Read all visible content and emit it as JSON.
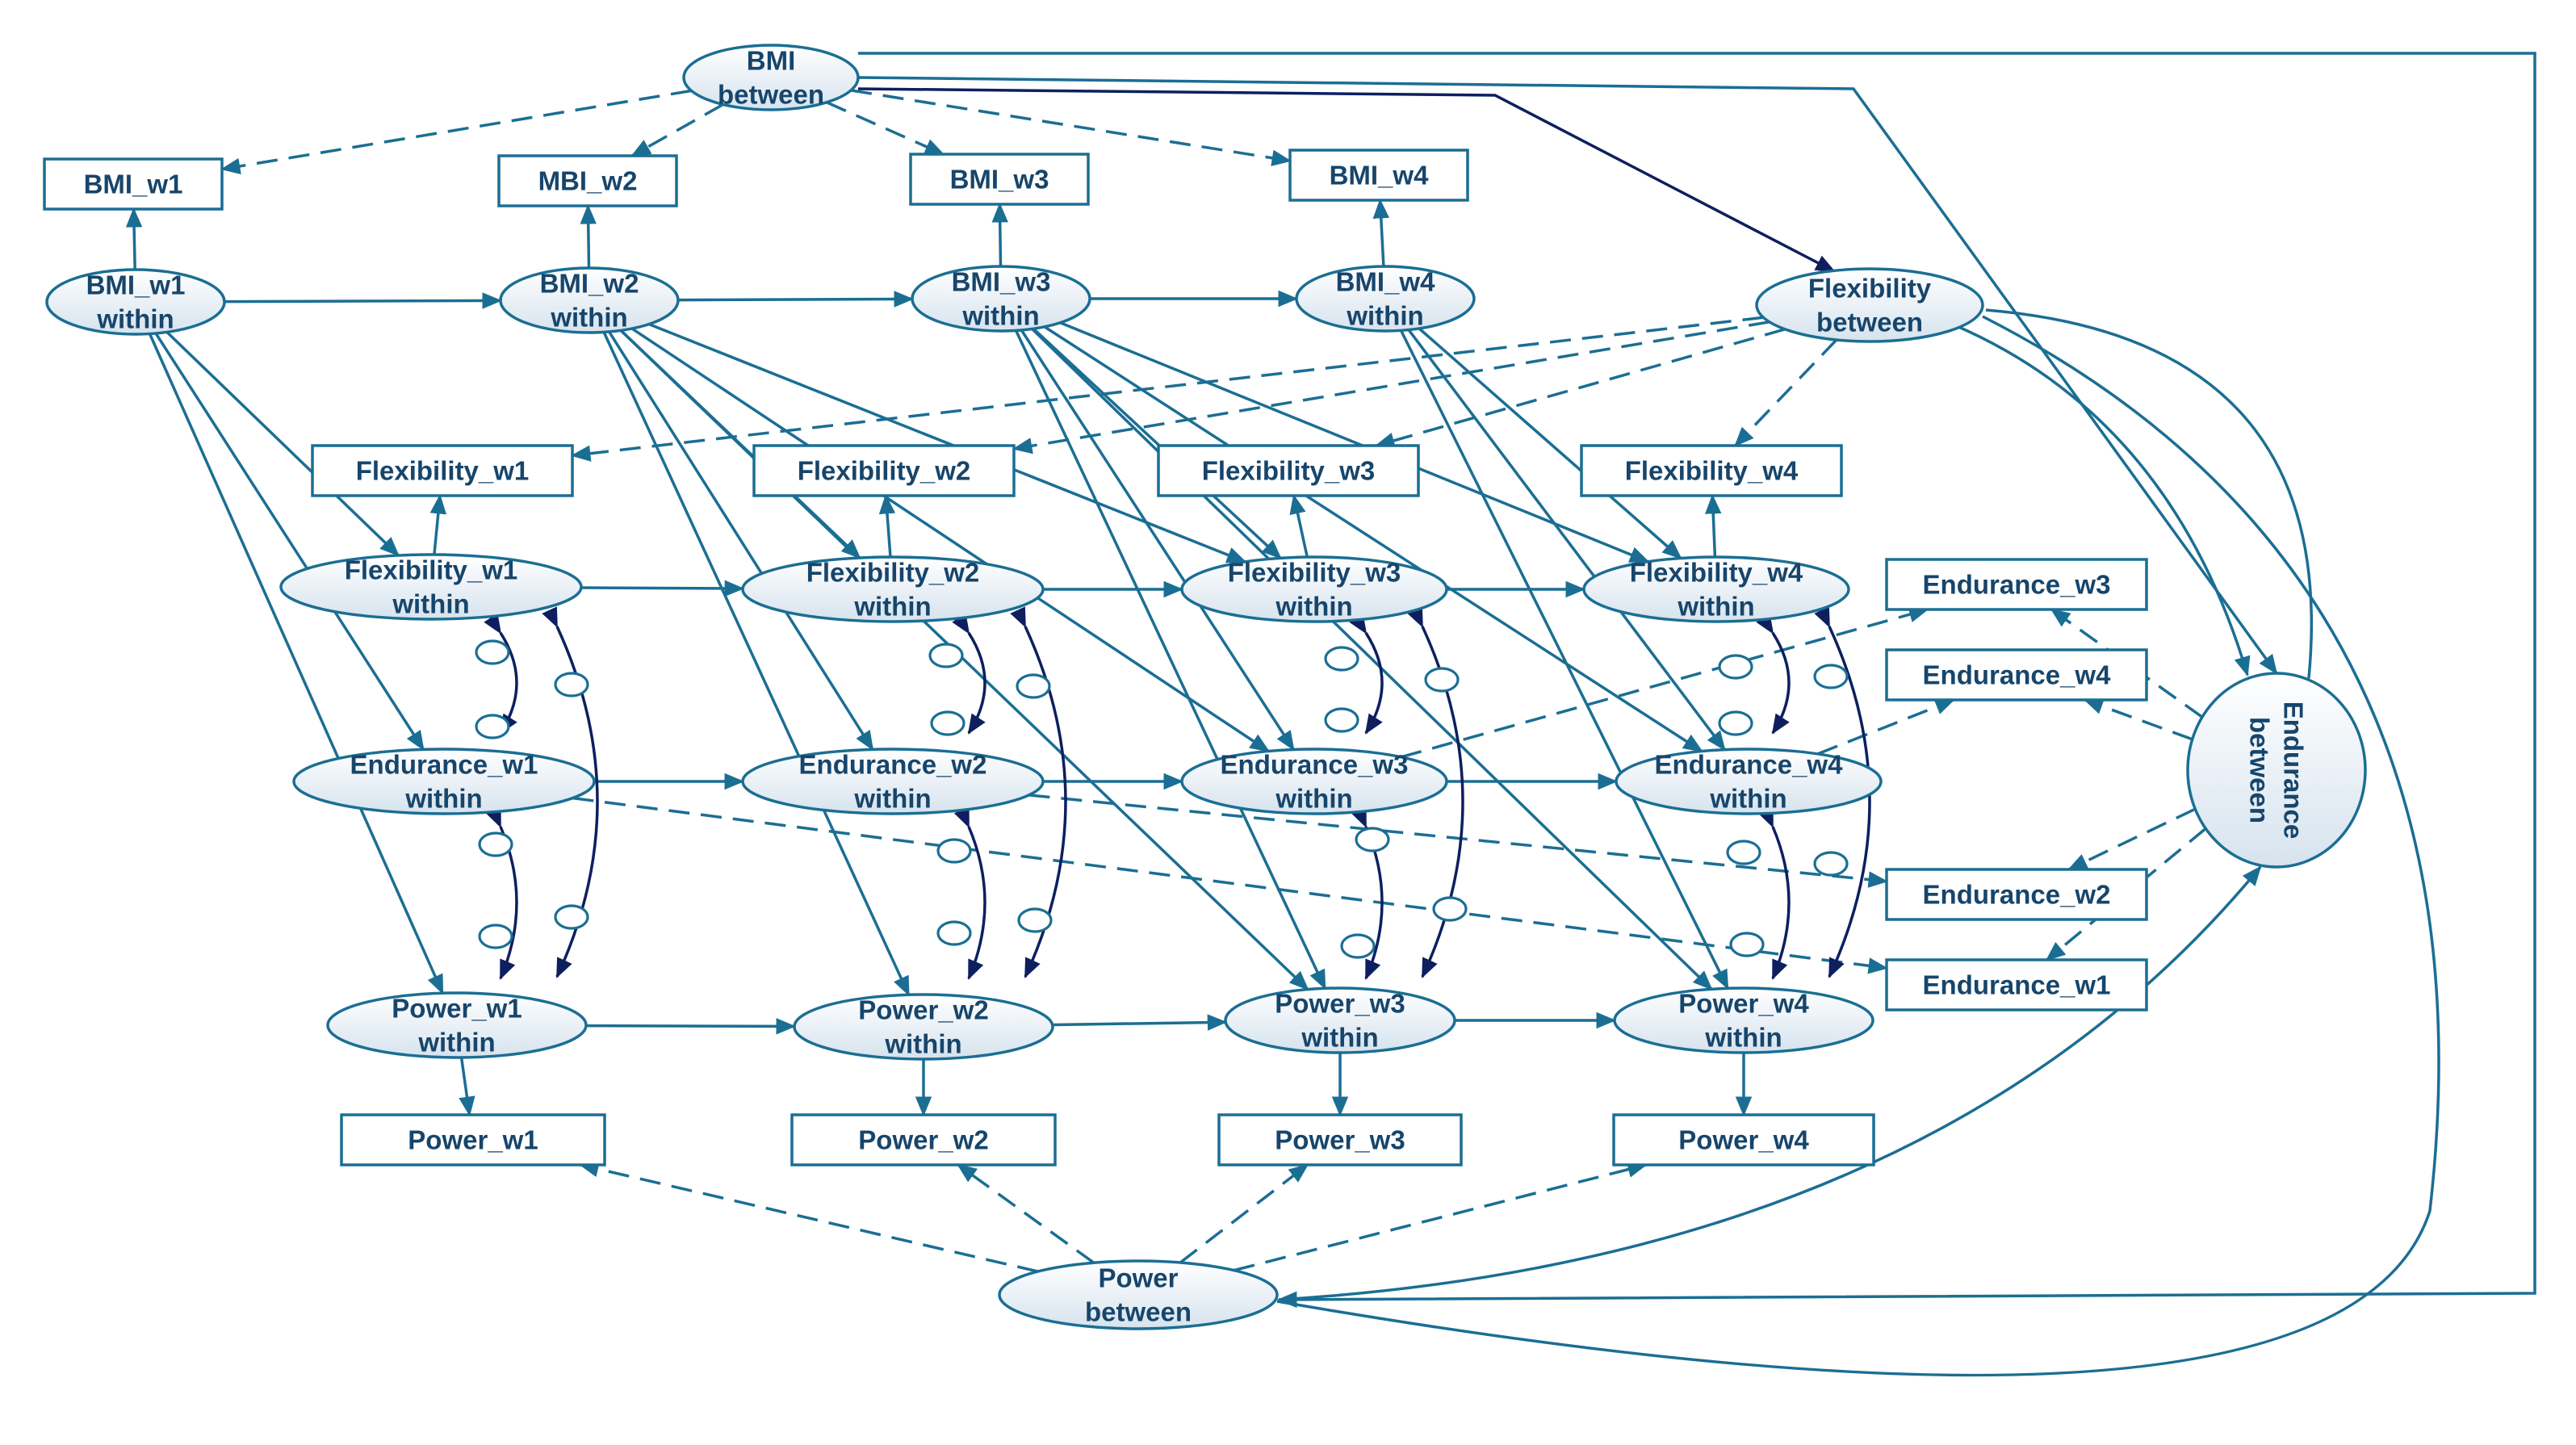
{
  "diagram": {
    "nodes": [
      {
        "id": "BMI_between",
        "shape": "ellipse",
        "lines": [
          "BMI",
          "between"
        ]
      },
      {
        "id": "BMI_w1",
        "shape": "rect",
        "lines": [
          "BMI_w1"
        ]
      },
      {
        "id": "MBI_w2",
        "shape": "rect",
        "lines": [
          "MBI_w2"
        ]
      },
      {
        "id": "BMI_w3",
        "shape": "rect",
        "lines": [
          "BMI_w3"
        ]
      },
      {
        "id": "BMI_w4",
        "shape": "rect",
        "lines": [
          "BMI_w4"
        ]
      },
      {
        "id": "BMI_w1_within",
        "shape": "ellipse",
        "lines": [
          "BMI_w1",
          "within"
        ]
      },
      {
        "id": "BMI_w2_within",
        "shape": "ellipse",
        "lines": [
          "BMI_w2",
          "within"
        ]
      },
      {
        "id": "BMI_w3_within",
        "shape": "ellipse",
        "lines": [
          "BMI_w3",
          "within"
        ]
      },
      {
        "id": "BMI_w4_within",
        "shape": "ellipse",
        "lines": [
          "BMI_w4",
          "within"
        ]
      },
      {
        "id": "Flexibility_between",
        "shape": "ellipse",
        "lines": [
          "Flexibility",
          "between"
        ]
      },
      {
        "id": "Flexibility_w1",
        "shape": "rect",
        "lines": [
          "Flexibility_w1"
        ]
      },
      {
        "id": "Flexibility_w2",
        "shape": "rect",
        "lines": [
          "Flexibility_w2"
        ]
      },
      {
        "id": "Flexibility_w3",
        "shape": "rect",
        "lines": [
          "Flexibility_w3"
        ]
      },
      {
        "id": "Flexibility_w4",
        "shape": "rect",
        "lines": [
          "Flexibility_w4"
        ]
      },
      {
        "id": "Flexibility_w1_within",
        "shape": "ellipse",
        "lines": [
          "Flexibility_w1",
          "within"
        ]
      },
      {
        "id": "Flexibility_w2_within",
        "shape": "ellipse",
        "lines": [
          "Flexibility_w2",
          "within"
        ]
      },
      {
        "id": "Flexibility_w3_within",
        "shape": "ellipse",
        "lines": [
          "Flexibility_w3",
          "within"
        ]
      },
      {
        "id": "Flexibility_w4_within",
        "shape": "ellipse",
        "lines": [
          "Flexibility_w4",
          "within"
        ]
      },
      {
        "id": "Endurance_w1_within",
        "shape": "ellipse",
        "lines": [
          "Endurance_w1",
          "within"
        ]
      },
      {
        "id": "Endurance_w2_within",
        "shape": "ellipse",
        "lines": [
          "Endurance_w2",
          "within"
        ]
      },
      {
        "id": "Endurance_w3_within",
        "shape": "ellipse",
        "lines": [
          "Endurance_w3",
          "within"
        ]
      },
      {
        "id": "Endurance_w4_within",
        "shape": "ellipse",
        "lines": [
          "Endurance_w4",
          "within"
        ]
      },
      {
        "id": "Endurance_w3",
        "shape": "rect",
        "lines": [
          "Endurance_w3"
        ]
      },
      {
        "id": "Endurance_w4",
        "shape": "rect",
        "lines": [
          "Endurance_w4"
        ]
      },
      {
        "id": "Endurance_w2",
        "shape": "rect",
        "lines": [
          "Endurance_w2"
        ]
      },
      {
        "id": "Endurance_w1",
        "shape": "rect",
        "lines": [
          "Endurance_w1"
        ]
      },
      {
        "id": "Endurance_between",
        "shape": "ellipse",
        "lines": [
          "Endurance",
          "between"
        ],
        "rotated": true
      },
      {
        "id": "Power_w1_within",
        "shape": "ellipse",
        "lines": [
          "Power_w1",
          "within"
        ]
      },
      {
        "id": "Power_w2_within",
        "shape": "ellipse",
        "lines": [
          "Power_w2",
          "within"
        ]
      },
      {
        "id": "Power_w3_within",
        "shape": "ellipse",
        "lines": [
          "Power_w3",
          "within"
        ]
      },
      {
        "id": "Power_w4_within",
        "shape": "ellipse",
        "lines": [
          "Power_w4",
          "within"
        ]
      },
      {
        "id": "Power_w1",
        "shape": "rect",
        "lines": [
          "Power_w1"
        ]
      },
      {
        "id": "Power_w2",
        "shape": "rect",
        "lines": [
          "Power_w2"
        ]
      },
      {
        "id": "Power_w3",
        "shape": "rect",
        "lines": [
          "Power_w3"
        ]
      },
      {
        "id": "Power_w4",
        "shape": "rect",
        "lines": [
          "Power_w4"
        ]
      },
      {
        "id": "Power_between",
        "shape": "ellipse",
        "lines": [
          "Power",
          "between"
        ]
      }
    ],
    "colors": {
      "line": "#1b6e93",
      "text": "#17456b",
      "dark_arrow": "#0d1f5e",
      "ellipse_fill_light": "#ffffff",
      "ellipse_fill_shade": "#d6e3ee"
    }
  }
}
